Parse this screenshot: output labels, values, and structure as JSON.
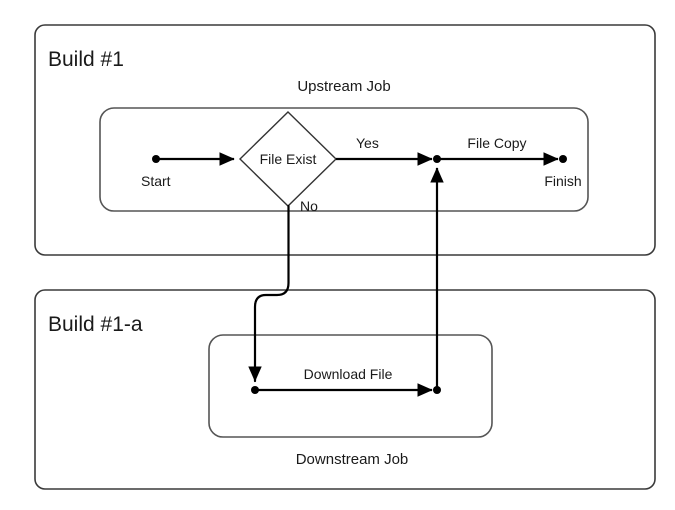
{
  "diagram": {
    "type": "flowchart",
    "background": "#ffffff",
    "line_color": "#000000",
    "box_stroke": "#3a3a3a",
    "text_color": "#1a1a1a",
    "builds": [
      {
        "id": "build-1",
        "title": "Build #1",
        "job_label": "Upstream Job",
        "job_label_position": "above"
      },
      {
        "id": "build-1a",
        "title": "Build #1-a",
        "job_label": "Downstream Job",
        "job_label_position": "below"
      }
    ],
    "nodes": [
      {
        "id": "start",
        "label": "Start",
        "kind": "terminal-dot"
      },
      {
        "id": "file-exist",
        "label": "File Exist",
        "kind": "decision-diamond"
      },
      {
        "id": "junction",
        "label": "",
        "kind": "junction-dot"
      },
      {
        "id": "finish",
        "label": "Finish",
        "kind": "terminal-dot"
      },
      {
        "id": "download-start",
        "label": "",
        "kind": "terminal-dot"
      },
      {
        "id": "download-end",
        "label": "",
        "kind": "terminal-dot"
      }
    ],
    "edges": [
      {
        "from": "start",
        "to": "file-exist",
        "label": ""
      },
      {
        "from": "file-exist",
        "to": "junction",
        "label": "Yes"
      },
      {
        "from": "file-exist",
        "to": "download-start",
        "label": "No"
      },
      {
        "from": "junction",
        "to": "finish",
        "label": "File Copy"
      },
      {
        "from": "download-start",
        "to": "download-end",
        "label": "Download File"
      },
      {
        "from": "download-end",
        "to": "junction",
        "label": ""
      }
    ],
    "labels": {
      "build_1_title": "Build #1",
      "build_1a_title": "Build #1-a",
      "upstream_job": "Upstream Job",
      "downstream_job": "Downstream Job",
      "start": "Start",
      "finish": "Finish",
      "file_exist": "File Exist",
      "yes": "Yes",
      "no": "No",
      "file_copy": "File Copy",
      "download_file": "Download File"
    }
  }
}
